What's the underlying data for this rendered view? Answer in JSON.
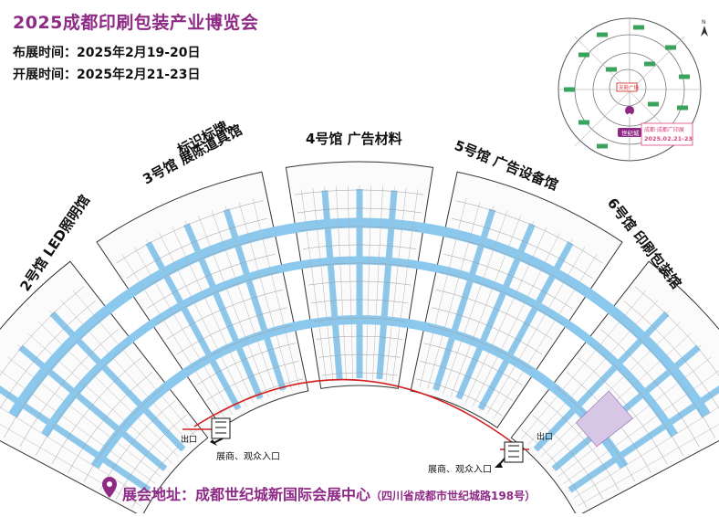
{
  "header": {
    "title": "2025成都印刷包装产业博览会",
    "setup": "布展时间：2025年2月19-20日",
    "open": "开展时间：2025年2月21-23日"
  },
  "halls": [
    {
      "id": "hall2",
      "label": "2号馆  LED照明馆"
    },
    {
      "id": "hall3",
      "label_line1": "标识标牌、",
      "label_line2": "3号馆  展陈道具馆"
    },
    {
      "id": "hall4",
      "label": "4号馆  广告材料"
    },
    {
      "id": "hall5",
      "label": "5号馆  广告设备馆"
    },
    {
      "id": "hall6",
      "label": "6号馆  印刷包装馆"
    }
  ],
  "entrances": {
    "left_exit": "出口",
    "left_entrance": "展商、观众入口",
    "right_entrance": "展商、观众入口",
    "right_exit": "出口"
  },
  "inset_map": {
    "badge": "世纪城",
    "tag_line1": "成都·成都广印展",
    "tag_line2": "2025.02.21-23",
    "center_label": "天府广场"
  },
  "footer": {
    "address": "展会地址：成都世纪城新国际会展中心",
    "address_note": "（四川省成都市世纪城路198号）"
  },
  "colors": {
    "title": "#8e2a86",
    "aisle": "#8ac8ee",
    "route": "#d21f1f",
    "map_green": "#3aa35c"
  }
}
